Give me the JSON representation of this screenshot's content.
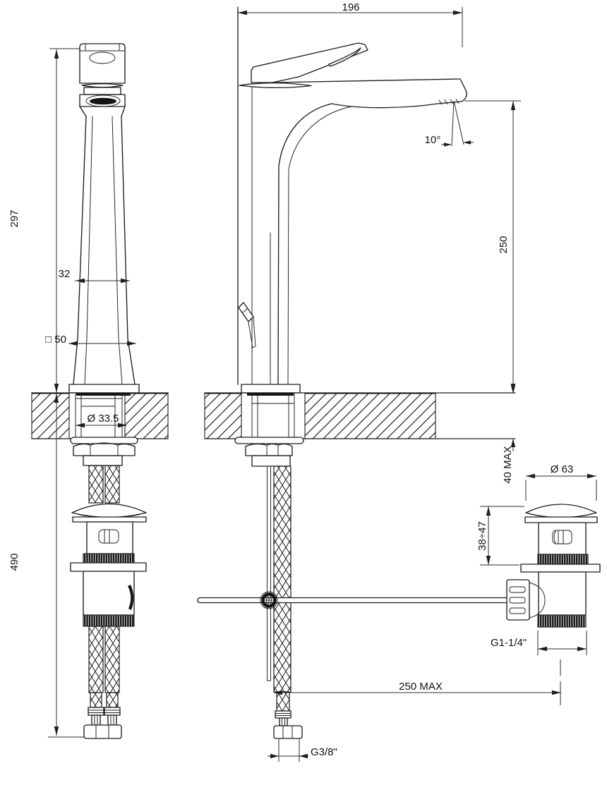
{
  "drawing": {
    "type": "faucet installation dimensional drawing",
    "colors": {
      "line": "#1d1d1d",
      "background": "#ffffff"
    }
  },
  "dimensions": {
    "spout_projection": "196",
    "spout_height_total": "297",
    "body_top_width": "32",
    "base_square": "□ 50",
    "mounting_hole_diameter": "Ø 33.5",
    "under_counter_depth": "490",
    "stream_angle": "10°",
    "spout_outlet_height": "250",
    "counter_thickness": "40 MAX",
    "waste_cap_diameter": "Ø 63",
    "waste_adjust_range": "38÷47",
    "waste_thread_size": "G1-1/4\"",
    "rod_reach": "250 MAX",
    "supply_thread_size": "G3/8\""
  }
}
